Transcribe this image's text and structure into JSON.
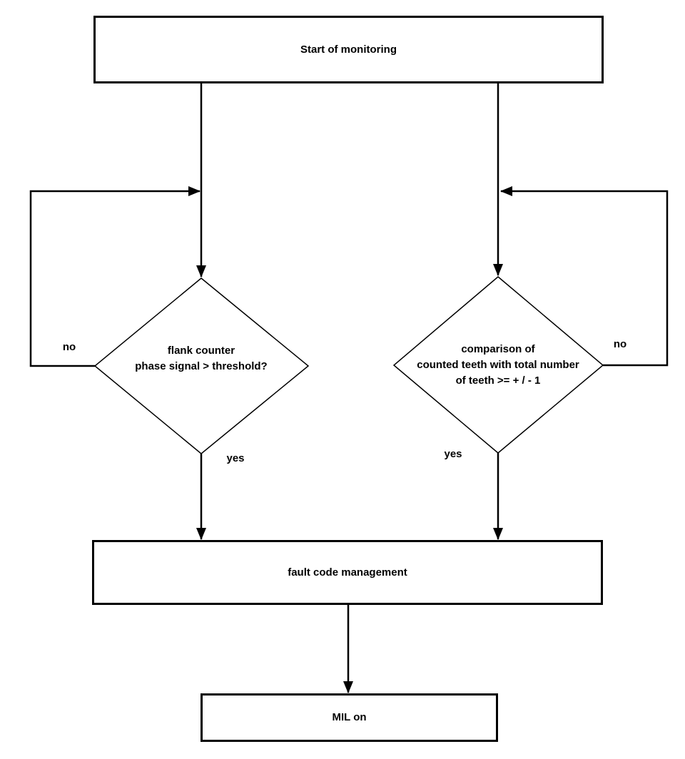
{
  "diagram": {
    "type": "flowchart",
    "colors": {
      "line": "#000000",
      "background": "#ffffff",
      "text": "#000000"
    },
    "nodes": {
      "start": {
        "label": "Start of monitoring",
        "shape": "rectangle"
      },
      "left_decision": {
        "shape": "diamond",
        "line1": "flank counter",
        "line2": "phase signal > threshold?"
      },
      "right_decision": {
        "shape": "diamond",
        "line1": "comparison of",
        "line2": "counted teeth with total number",
        "line3": "of teeth >= + / - 1"
      },
      "fault": {
        "label": "fault code management",
        "shape": "rectangle"
      },
      "mil": {
        "label": "MIL on",
        "shape": "rectangle"
      }
    },
    "edge_labels": {
      "left_no": "no",
      "right_no": "no",
      "left_yes": "yes",
      "right_yes": "yes"
    }
  }
}
